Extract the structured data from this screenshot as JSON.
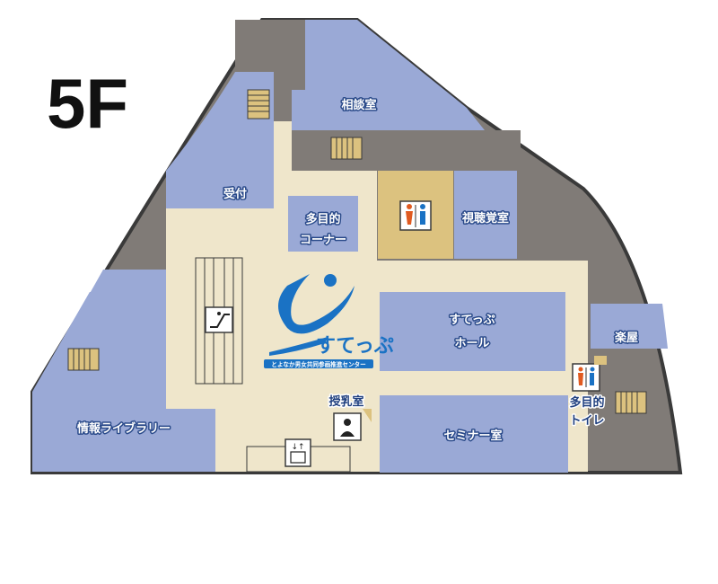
{
  "floor": {
    "label": "5F"
  },
  "rooms": {
    "consultation": "相談室",
    "reception": "受付",
    "multipurpose_corner_line1": "多目的",
    "multipurpose_corner_line2": "コーナー",
    "av_room": "視聴覚室",
    "suteppu_hall_line1": "すてっぷ",
    "suteppu_hall_line2": "ホール",
    "green_room": "楽屋",
    "nursing_room": "授乳室",
    "seminar_room": "セミナー室",
    "multipurpose_toilet_line1": "多目的",
    "multipurpose_toilet_line2": "トイレ",
    "library": "情報ライブラリー"
  },
  "logo": {
    "name": "すてっぷ",
    "subtitle": "とよなか男女共同参画推進センター"
  },
  "colors": {
    "room_blue": "#9aa9d6",
    "corridor": "#efe6cb",
    "wall_gray": "#807b77",
    "toilet_tan": "#dcc27f",
    "outline": "#3a3a3a",
    "logo_blue": "#1a72c4"
  },
  "icons": {
    "restroom": "restroom-icon",
    "escalator": "escalator-icon",
    "elevator": "elevator-icon",
    "nursing": "nursing-icon",
    "stairs": "stairs-icon",
    "accessible_restroom": "accessible-restroom-icon"
  }
}
